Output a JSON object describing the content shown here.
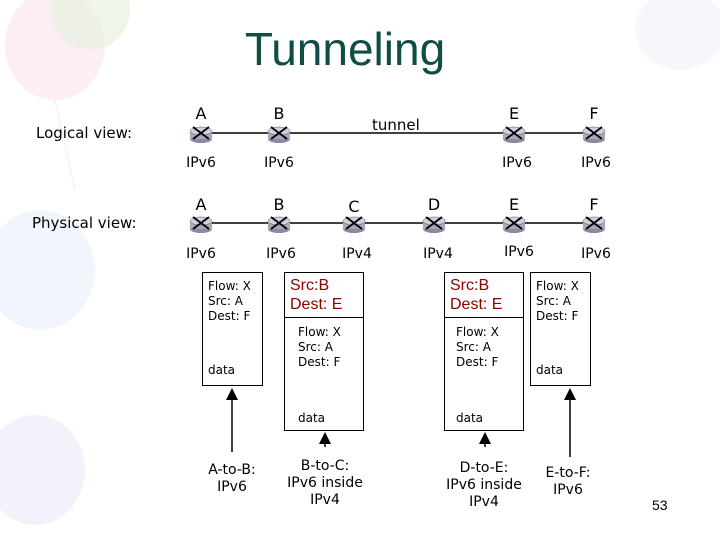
{
  "title": "Tunneling",
  "logical": {
    "label": "Logical view:",
    "routers": [
      "A",
      "B",
      "E",
      "F"
    ],
    "tunnel_label": "tunnel",
    "protocols": [
      "IPv6",
      "IPv6",
      "IPv6",
      "IPv6"
    ]
  },
  "physical": {
    "label": "Physical view:",
    "routers": [
      "A",
      "B",
      "C",
      "D",
      "E",
      "F"
    ],
    "protocols": [
      "IPv6",
      "IPv6",
      "IPv4",
      "IPv4",
      "IPv6",
      "IPv6"
    ]
  },
  "packets": {
    "ab": {
      "flow": "Flow: X",
      "src": "Src: A",
      "dest": "Dest: F",
      "data": "data"
    },
    "bc": {
      "outer_src": "Src:B",
      "outer_dest": "Dest: E",
      "flow": "Flow: X",
      "src": "Src: A",
      "dest": "Dest: F",
      "data": "data"
    },
    "de": {
      "outer_src": "Src:B",
      "outer_dest": "Dest: E",
      "flow": "Flow: X",
      "src": "Src: A",
      "dest": "Dest: F",
      "data": "data"
    },
    "ef": {
      "flow": "Flow: X",
      "src": "Src: A",
      "dest": "Dest: F",
      "data": "data"
    }
  },
  "captions": {
    "ab": [
      "A-to-B:",
      "IPv6"
    ],
    "bc": [
      "B-to-C:",
      "IPv6 inside",
      "IPv4"
    ],
    "de": [
      "D-to-E:",
      "IPv6 inside",
      "IPv4"
    ],
    "ef": [
      "E-to-F:",
      "IPv6"
    ]
  },
  "page_number": "53",
  "colors": {
    "title": "#0f4d45",
    "outer_header": "#8b0000",
    "router_fill": "#c8c8d8"
  }
}
